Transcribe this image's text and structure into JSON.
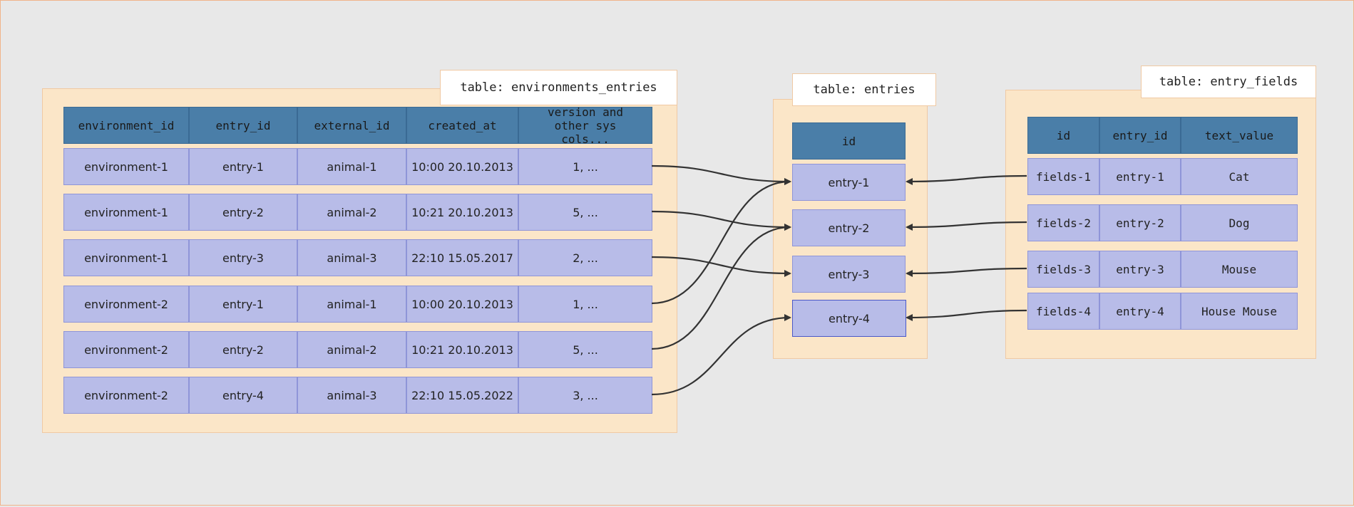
{
  "tables": {
    "environments_entries": {
      "title": "table: environments_entries",
      "columns": [
        "environment_id",
        "entry_id",
        "external_id",
        "created_at",
        "version and other sys cols..."
      ],
      "rows": [
        [
          "environment-1",
          "entry-1",
          "animal-1",
          "10:00 20.10.2013",
          "1, ..."
        ],
        [
          "environment-1",
          "entry-2",
          "animal-2",
          "10:21 20.10.2013",
          "5, ..."
        ],
        [
          "environment-1",
          "entry-3",
          "animal-3",
          "22:10 15.05.2017",
          "2, ..."
        ],
        [
          "environment-2",
          "entry-1",
          "animal-1",
          "10:00 20.10.2013",
          "1, ..."
        ],
        [
          "environment-2",
          "entry-2",
          "animal-2",
          "10:21 20.10.2013",
          "5, ..."
        ],
        [
          "environment-2",
          "entry-4",
          "animal-3",
          "22:10 15.05.2022",
          "3, ..."
        ]
      ]
    },
    "entries": {
      "title": "table: entries",
      "columns": [
        "id"
      ],
      "rows": [
        [
          "entry-1"
        ],
        [
          "entry-2"
        ],
        [
          "entry-3"
        ],
        [
          "entry-4"
        ]
      ]
    },
    "entry_fields": {
      "title": "table: entry_fields",
      "columns": [
        "id",
        "entry_id",
        "text_value"
      ],
      "rows": [
        [
          "fields-1",
          "entry-1",
          "Cat"
        ],
        [
          "fields-2",
          "entry-2",
          "Dog"
        ],
        [
          "fields-3",
          "entry-3",
          "Mouse"
        ],
        [
          "fields-4",
          "entry-4",
          "House Mouse"
        ]
      ]
    }
  },
  "links": [
    {
      "from_table": "environments_entries",
      "from_row": 0,
      "to_row": 0
    },
    {
      "from_table": "environments_entries",
      "from_row": 1,
      "to_row": 1
    },
    {
      "from_table": "environments_entries",
      "from_row": 2,
      "to_row": 2
    },
    {
      "from_table": "environments_entries",
      "from_row": 3,
      "to_row": 0
    },
    {
      "from_table": "environments_entries",
      "from_row": 4,
      "to_row": 1
    },
    {
      "from_table": "environments_entries",
      "from_row": 5,
      "to_row": 3
    },
    {
      "from_table": "entry_fields",
      "from_row": 0,
      "to_row": 0
    },
    {
      "from_table": "entry_fields",
      "from_row": 1,
      "to_row": 1
    },
    {
      "from_table": "entry_fields",
      "from_row": 2,
      "to_row": 2
    },
    {
      "from_table": "entry_fields",
      "from_row": 3,
      "to_row": 3
    }
  ],
  "colors": {
    "header": "#4a7ea8",
    "cell": "#b8bce8",
    "panel": "#fbe6c8",
    "arrow": "#333333"
  }
}
